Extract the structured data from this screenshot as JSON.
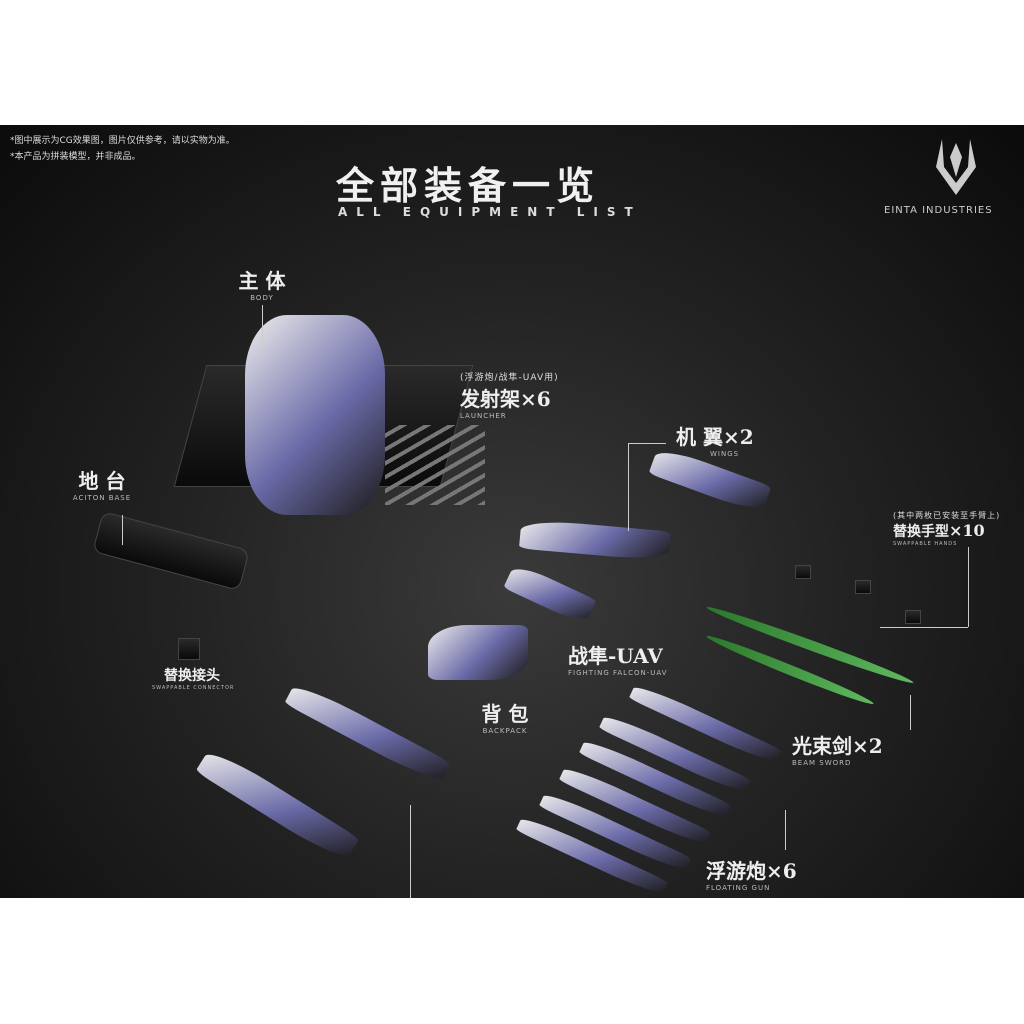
{
  "notes": [
    "*图中展示为CG效果图，图片仅供参考，请以实物为准。",
    "*本产品为拼装模型，并非成品。"
  ],
  "title": "全部装备一览",
  "subtitle": "ALL EQUIPMENT LIST",
  "brand": "EINTA INDUSTRIES",
  "labels": {
    "body": {
      "zh": "主 体",
      "en": "BODY"
    },
    "base": {
      "zh": "地 台",
      "en": "ACITON BASE"
    },
    "launcher": {
      "note": "(浮游炮/战隼-UAV用)",
      "zh": "发射架",
      "qty": "×6",
      "en": "LAUNCHER"
    },
    "wings": {
      "zh": "机 翼",
      "qty": "×2",
      "en": "WINGS"
    },
    "hands": {
      "note": "(其中两枚已安装至手臂上)",
      "zh": "替换手型",
      "qty": "×10",
      "en": "SWAPPABLE HANDS"
    },
    "connector": {
      "zh": "替换接头",
      "en": "SWAPPABLE CONNECTOR"
    },
    "uav": {
      "zh": "战隼-UAV",
      "en": "FIGHTING FALCON-UAV"
    },
    "backpack": {
      "zh": "背 包",
      "en": "BACKPACK"
    },
    "beamsword": {
      "zh": "光束剑",
      "qty": "×2",
      "en": "BEAM SWORD"
    },
    "floatinggun": {
      "zh": "浮游炮",
      "qty": "×6",
      "en": "FLOATING GUN"
    }
  }
}
